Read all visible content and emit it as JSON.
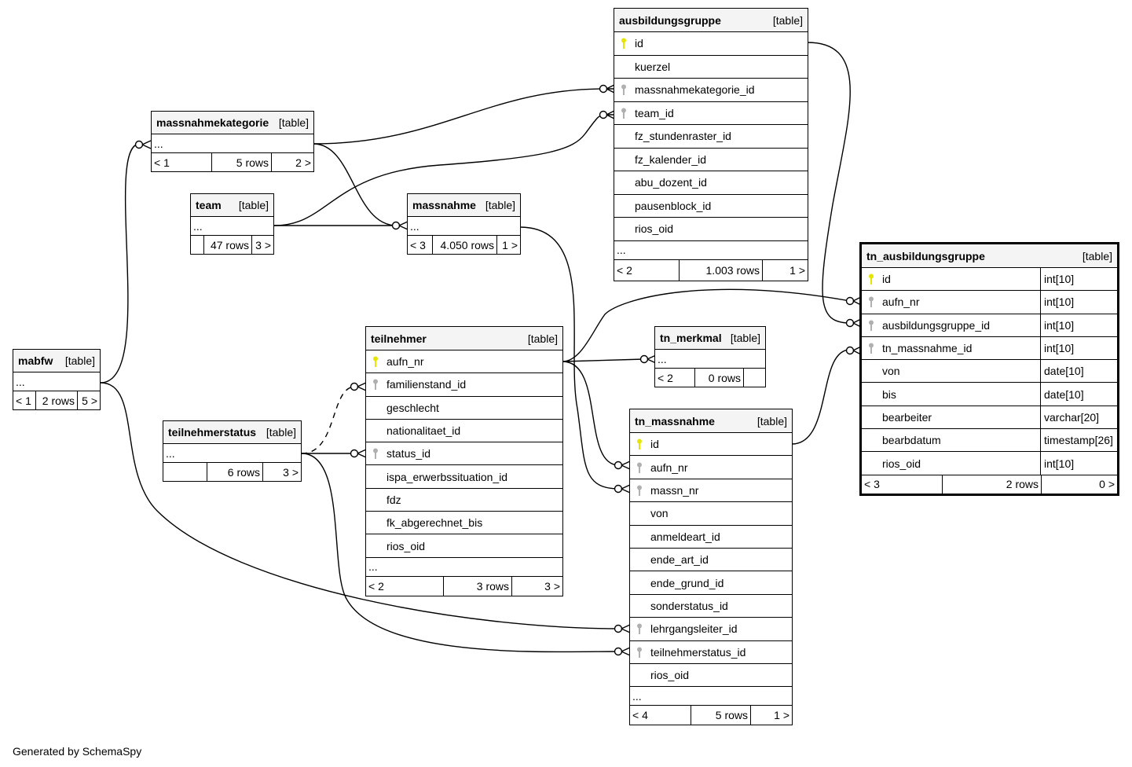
{
  "footer": {
    "generated_by": "Generated by SchemaSpy"
  },
  "colors": {
    "primary_key": "#e5e500",
    "foreign_key": "#b0b0b0",
    "header_bg": "#f4f4f4",
    "line": "#000000"
  },
  "table_type_label": "[table]",
  "tables": {
    "ausbildungsgruppe": {
      "name": "ausbildungsgruppe",
      "columns": [
        {
          "name": "id",
          "key": "pk"
        },
        {
          "name": "kuerzel",
          "key": ""
        },
        {
          "name": "massnahmekategorie_id",
          "key": "fk"
        },
        {
          "name": "team_id",
          "key": "fk"
        },
        {
          "name": "fz_stundenraster_id",
          "key": ""
        },
        {
          "name": "fz_kalender_id",
          "key": ""
        },
        {
          "name": "abu_dozent_id",
          "key": ""
        },
        {
          "name": "pausenblock_id",
          "key": ""
        },
        {
          "name": "rios_oid",
          "key": ""
        }
      ],
      "more": "...",
      "parents": "< 2",
      "rows": "1.003 rows",
      "children": "1 >"
    },
    "tn_ausbildungsgruppe": {
      "name": "tn_ausbildungsgruppe",
      "columns": [
        {
          "name": "id",
          "type": "int[10]",
          "key": "pk"
        },
        {
          "name": "aufn_nr",
          "type": "int[10]",
          "key": "fk"
        },
        {
          "name": "ausbildungsgruppe_id",
          "type": "int[10]",
          "key": "fk"
        },
        {
          "name": "tn_massnahme_id",
          "type": "int[10]",
          "key": "fk"
        },
        {
          "name": "von",
          "type": "date[10]",
          "key": ""
        },
        {
          "name": "bis",
          "type": "date[10]",
          "key": ""
        },
        {
          "name": "bearbeiter",
          "type": "varchar[20]",
          "key": ""
        },
        {
          "name": "bearbdatum",
          "type": "timestamp[26]",
          "key": ""
        },
        {
          "name": "rios_oid",
          "type": "int[10]",
          "key": ""
        }
      ],
      "parents": "< 3",
      "rows": "2 rows",
      "children": "0 >"
    },
    "massnahmekategorie": {
      "name": "massnahmekategorie",
      "more": "...",
      "parents": "< 1",
      "rows": "5 rows",
      "children": "2 >"
    },
    "team": {
      "name": "team",
      "more": "...",
      "parents": "",
      "rows": "47 rows",
      "children": "3 >"
    },
    "massnahme": {
      "name": "massnahme",
      "more": "...",
      "parents": "< 3",
      "rows": "4.050 rows",
      "children": "1 >"
    },
    "mabfw": {
      "name": "mabfw",
      "more": "...",
      "parents": "< 1",
      "rows": "2 rows",
      "children": "5 >"
    },
    "teilnehmer": {
      "name": "teilnehmer",
      "columns": [
        {
          "name": "aufn_nr",
          "key": "pk"
        },
        {
          "name": "familienstand_id",
          "key": "fk"
        },
        {
          "name": "geschlecht",
          "key": ""
        },
        {
          "name": "nationalitaet_id",
          "key": ""
        },
        {
          "name": "status_id",
          "key": "fk"
        },
        {
          "name": "ispa_erwerbssituation_id",
          "key": ""
        },
        {
          "name": "fdz",
          "key": ""
        },
        {
          "name": "fk_abgerechnet_bis",
          "key": ""
        },
        {
          "name": "rios_oid",
          "key": ""
        }
      ],
      "more": "...",
      "parents": "< 2",
      "rows": "3 rows",
      "children": "3 >"
    },
    "teilnehmerstatus": {
      "name": "teilnehmerstatus",
      "more": "...",
      "parents": "",
      "rows": "6 rows",
      "children": "3 >"
    },
    "tn_merkmal": {
      "name": "tn_merkmal",
      "more": "...",
      "parents": "< 2",
      "rows": "0 rows",
      "children": ""
    },
    "tn_massnahme": {
      "name": "tn_massnahme",
      "columns": [
        {
          "name": "id",
          "key": "pk"
        },
        {
          "name": "aufn_nr",
          "key": "fk"
        },
        {
          "name": "massn_nr",
          "key": "fk"
        },
        {
          "name": "von",
          "key": ""
        },
        {
          "name": "anmeldeart_id",
          "key": ""
        },
        {
          "name": "ende_art_id",
          "key": ""
        },
        {
          "name": "ende_grund_id",
          "key": ""
        },
        {
          "name": "sonderstatus_id",
          "key": ""
        },
        {
          "name": "lehrgangsleiter_id",
          "key": "fk"
        },
        {
          "name": "teilnehmerstatus_id",
          "key": "fk"
        },
        {
          "name": "rios_oid",
          "key": ""
        }
      ],
      "more": "...",
      "parents": "< 4",
      "rows": "5 rows",
      "children": "1 >"
    }
  }
}
